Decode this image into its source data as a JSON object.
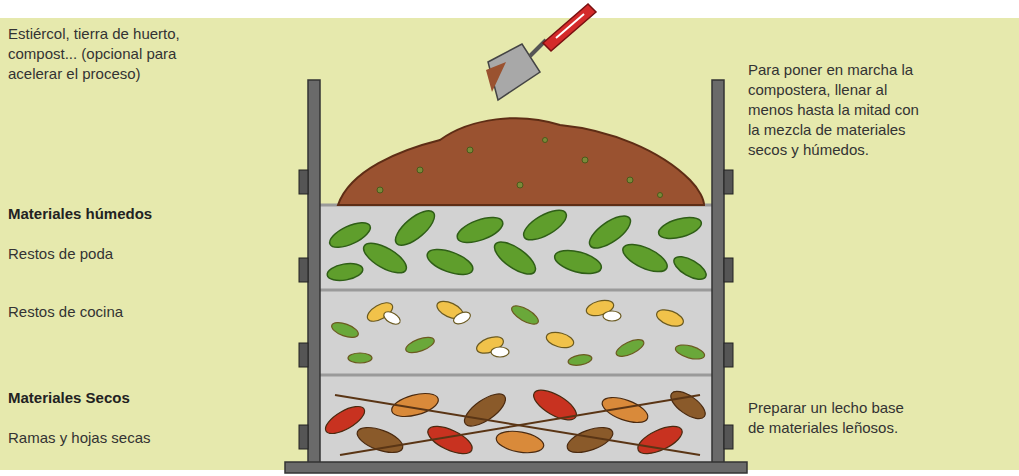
{
  "diagram": {
    "labels": [
      "Estiércol, tierra de huerto, compost... (opcional para acelerar el proceso)",
      "Materiales húmedos",
      "Restos de poda",
      "Restos de cocina",
      "Materiales Secos",
      "Ramas y hojas secas",
      "Para poner en marcha la compostera, llenar al menos hasta la mitad con la mezcla de materiales secos y húmedos.",
      "Preparar un lecho base de materiales leñosos."
    ]
  }
}
